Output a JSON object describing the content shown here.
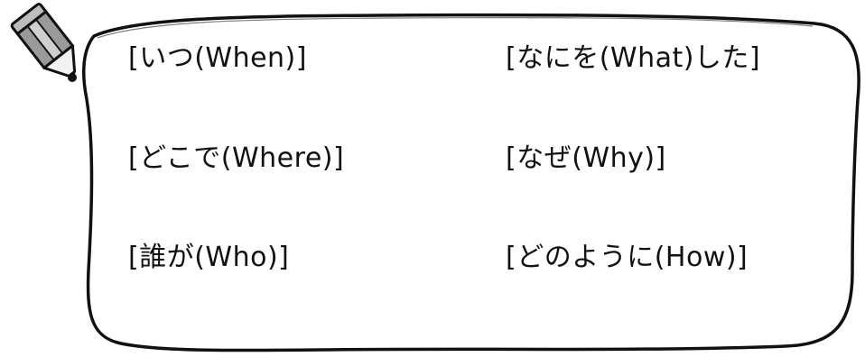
{
  "items": [
    {
      "id": "when",
      "label": "[いつ(When)]"
    },
    {
      "id": "what",
      "label": "[なにを(What)した]"
    },
    {
      "id": "where",
      "label": "[どこで(Where)]"
    },
    {
      "id": "why",
      "label": "[なぜ(Why)]"
    },
    {
      "id": "who",
      "label": "[誰が(Who)]"
    },
    {
      "id": "how",
      "label": "[どのように(How)]"
    }
  ],
  "icons": {
    "pencil": "pencil-icon"
  },
  "colors": {
    "line": "#111111",
    "pencil_body": "#9a9a9a",
    "pencil_light": "#cfcfcf",
    "background": "#ffffff"
  }
}
